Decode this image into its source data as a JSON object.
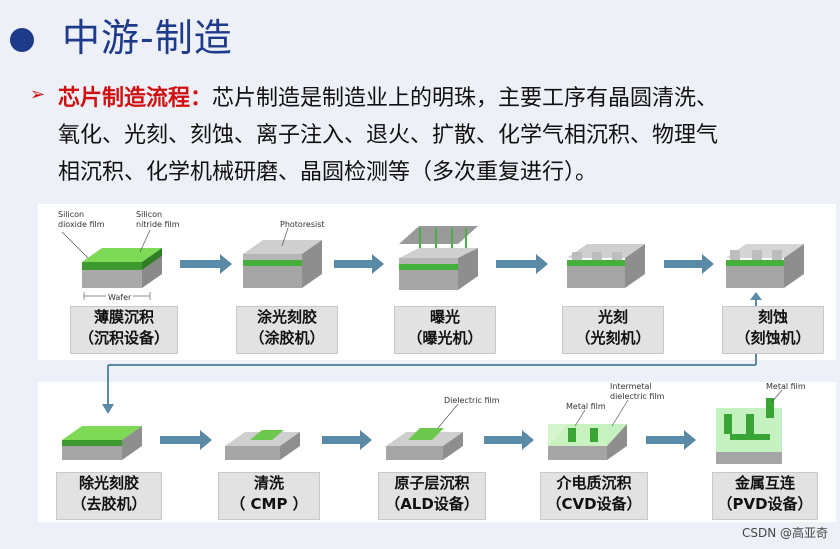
{
  "slide": {
    "title": "中游-制造",
    "intro_highlight": "芯片制造流程：",
    "intro_line1": "芯片制造是制造业上的明珠，主要工序有晶圆清洗、",
    "intro_line2": "氧化、光刻、刻蚀、离子注入、退火、扩散、化学气相沉积、物理气",
    "intro_line3": "相沉积、化学机械研磨、晶圆检测等（多次重复进行）。",
    "colors": {
      "title": "#1e3a8a",
      "highlight": "#d01010",
      "arrow": "#5b8aa6"
    }
  },
  "diagram": {
    "labels": {
      "silicon_dioxide": [
        "Silicon",
        "dioxide film"
      ],
      "silicon_nitride": [
        "Silicon",
        "nitride film"
      ],
      "wafer": "Wafer",
      "photoresist": "Photoresist",
      "dielectric": "Dielectric film",
      "metal_film": "Metal film",
      "intermetal": [
        "Intermetal",
        "dielectric film"
      ],
      "metal_film2": "Metal film"
    },
    "steps": [
      {
        "line1": "薄膜沉积",
        "line2": "（沉积设备）"
      },
      {
        "line1": "涂光刻胶",
        "line2": "（涂胶机）"
      },
      {
        "line1": "曝光",
        "line2": "（曝光机）"
      },
      {
        "line1": "光刻",
        "line2": "（光刻机）"
      },
      {
        "line1": "刻蚀",
        "line2": "（刻蚀机）"
      },
      {
        "line1": "除光刻胶",
        "line2": "（去胶机）"
      },
      {
        "line1": "清洗",
        "line2": "（ CMP ）"
      },
      {
        "line1": "原子层沉积",
        "line2": "（ALD设备）"
      },
      {
        "line1": "介电质沉积",
        "line2": "（CVD设备）"
      },
      {
        "line1": "金属互连",
        "line2": "（PVD设备）"
      }
    ]
  },
  "watermark": "CSDN @高亚奇"
}
